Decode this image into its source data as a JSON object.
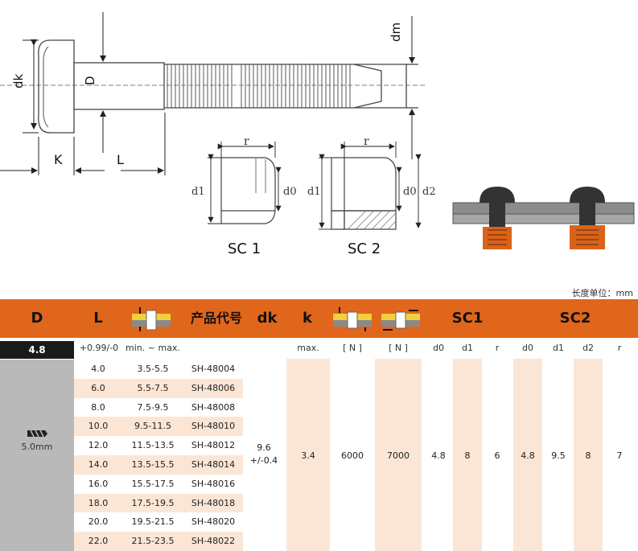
{
  "drawing": {
    "labels": {
      "dm": "dm",
      "dk": "dk",
      "D": "D",
      "K": "K",
      "L": "L",
      "r1": "r",
      "r2": "r",
      "d1a": "d1",
      "d0a": "d0",
      "d1b": "d1",
      "d0b": "d0",
      "d2": "d2",
      "sc1": "SC 1",
      "sc2": "SC 2"
    }
  },
  "unit_label": "长度单位：mm",
  "header": {
    "D": "D",
    "L": "L",
    "product_code": "产品代号",
    "dk": "dk",
    "k": "k",
    "sc1": "SC1",
    "sc2": "SC2",
    "colors": {
      "accent": "#e0661c",
      "stripe": "#fbe6d6",
      "d_column": "#b9b9b9"
    }
  },
  "subheader": {
    "D_value": "4.8",
    "L_tol": "+0.99/-0",
    "grip": "min. ~ max.",
    "dk_max": "max.",
    "k_N1": "[ N ]",
    "k_N2": "[ N ]",
    "sc1_d0": "d0",
    "sc1_d1": "d1",
    "sc1_r": "r",
    "sc2_d0": "d0",
    "sc2_d1": "d1",
    "sc2_d2": "d2",
    "sc2_r": "r"
  },
  "drill": {
    "icon": "drill-bit-icon",
    "size": "5.0mm"
  },
  "rows": [
    {
      "L": "4.0",
      "grip": "3.5-5.5",
      "code": "SH-48004"
    },
    {
      "L": "6.0",
      "grip": "5.5-7.5",
      "code": "SH-48006"
    },
    {
      "L": "8.0",
      "grip": "7.5-9.5",
      "code": "SH-48008"
    },
    {
      "L": "10.0",
      "grip": "9.5-11.5",
      "code": "SH-48010"
    },
    {
      "L": "12.0",
      "grip": "11.5-13.5",
      "code": "SH-48012"
    },
    {
      "L": "14.0",
      "grip": "13.5-15.5",
      "code": "SH-48014"
    },
    {
      "L": "16.0",
      "grip": "15.5-17.5",
      "code": "SH-48016"
    },
    {
      "L": "18.0",
      "grip": "17.5-19.5",
      "code": "SH-48018"
    },
    {
      "L": "20.0",
      "grip": "19.5-21.5",
      "code": "SH-48020"
    },
    {
      "L": "22.0",
      "grip": "21.5-23.5",
      "code": "SH-48022"
    }
  ],
  "shared": {
    "dk_line1": "9.6",
    "dk_line2": "+/-0.4",
    "k": "3.4",
    "shear": "6000",
    "tensile": "7000",
    "sc1_d0": "4.8",
    "sc1_d1": "8",
    "sc1_r": "6",
    "sc2_d0": "4.8",
    "sc2_d1": "9.5",
    "sc2_d2": "8",
    "sc2_r": "7"
  }
}
